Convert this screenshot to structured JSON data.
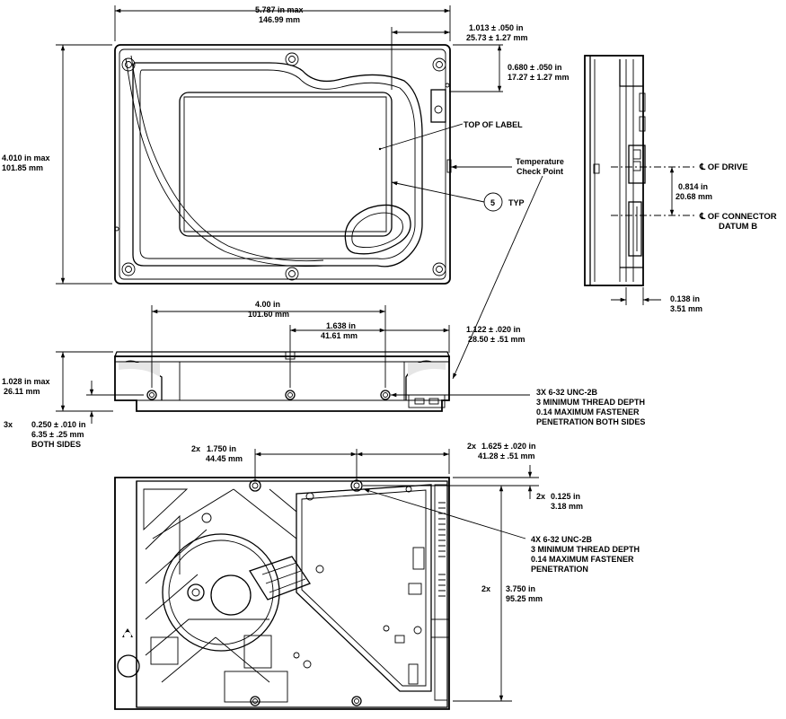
{
  "top_view": {
    "length": {
      "prefix": "",
      "in": "5.787 in    max",
      "mm": "146.99 mm"
    },
    "width": {
      "in": "4.010 in    max",
      "mm": "101.85 mm"
    },
    "temp_offset_x": {
      "in": "1.013 ± .050 in",
      "mm": "25.73 ± 1.27 mm"
    },
    "temp_offset_y": {
      "in": "0.680 ± .050 in",
      "mm": "17.27 ± 1.27 mm"
    },
    "top_of_label": "TOP OF LABEL",
    "temp_check": {
      "line1": "Temperature",
      "line2": "Check Point"
    },
    "callout_number": "5",
    "callout_typ": "TYP"
  },
  "end_view": {
    "cl_drive": "℄ OF DRIVE",
    "cl_connector": "℄ OF CONNECTOR",
    "datum": "DATUM B",
    "connector_offset": {
      "in": "0.814 in",
      "mm": "20.68 mm"
    },
    "side_offset": {
      "in": "0.138 in",
      "mm": "3.51 mm"
    }
  },
  "side_view": {
    "hole_span": {
      "in": "4.00 in",
      "mm": "101.60 mm"
    },
    "hole_pitch": {
      "in": "1.638 in",
      "mm": "41.61 mm"
    },
    "end_offset": {
      "in": "1.122 ± .020 in",
      "mm": "28.50 ± .51 mm"
    },
    "height": {
      "in": "1.028 in   max",
      "mm": "26.11 mm"
    },
    "hole_height": {
      "prefix": "3x",
      "in": "0.250 ± .010 in",
      "mm": "6.35 ± .25 mm",
      "note": "BOTH  SIDES"
    },
    "thread_note": [
      "3X 6-32 UNC-2B",
      "3 MINIMUM THREAD DEPTH",
      "0.14 MAXIMUM FASTENER",
      "PENETRATION BOTH SIDES"
    ]
  },
  "bottom_view": {
    "hole_x1": {
      "prefix": "2x",
      "in": "1.750 in",
      "mm": "44.45 mm"
    },
    "hole_x2": {
      "prefix": "2x",
      "in": "1.625 ± .020 in",
      "mm": "41.28 ± .51 mm"
    },
    "edge_offset": {
      "prefix": "2x",
      "in": "0.125 in",
      "mm": "3.18 mm"
    },
    "hole_span_y": {
      "prefix": "2x",
      "in": "3.750 in",
      "mm": "95.25 mm"
    },
    "thread_note": [
      "4X 6-32 UNC-2B",
      "3 MINIMUM THREAD DEPTH",
      "0.14 MAXIMUM FASTENER",
      "PENETRATION"
    ]
  }
}
